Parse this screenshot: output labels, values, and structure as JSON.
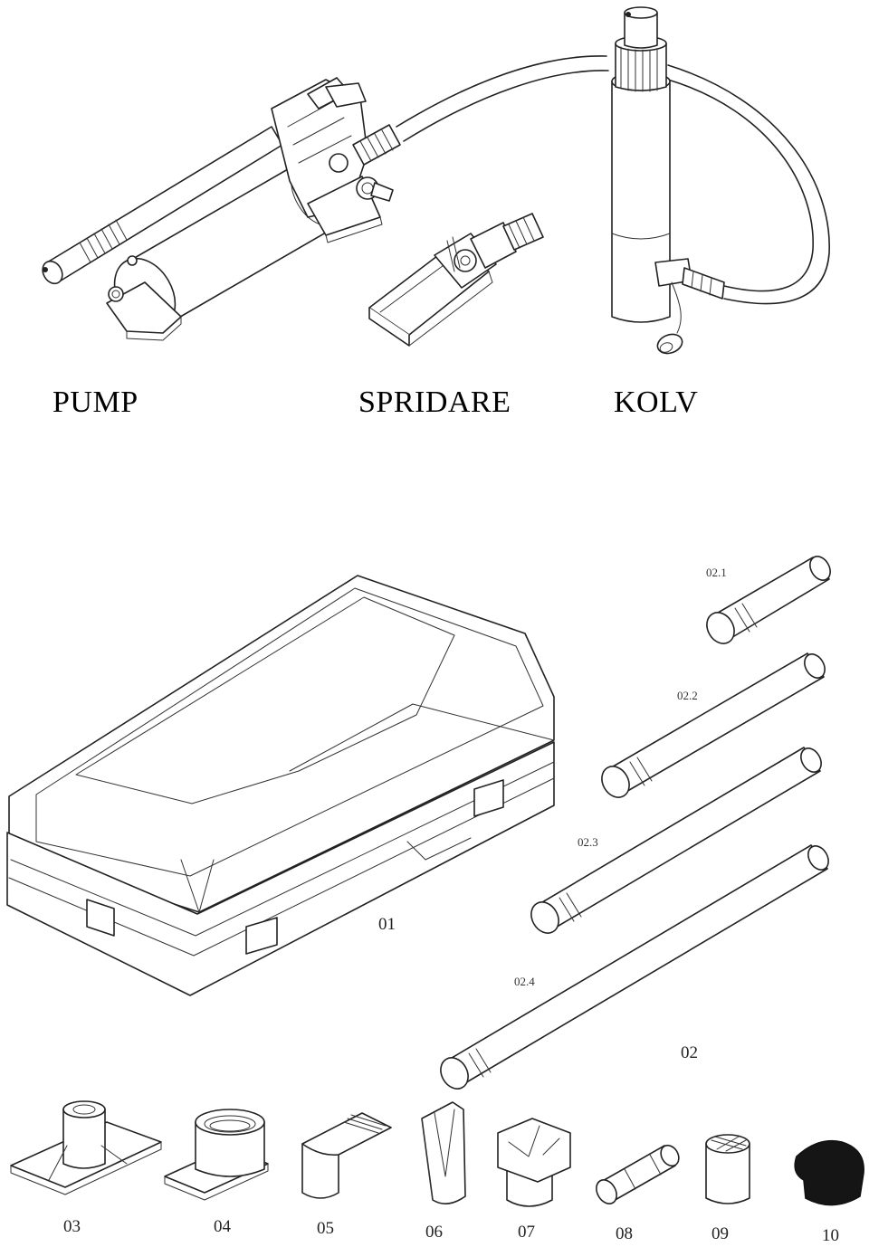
{
  "labels": {
    "pump": "PUMP",
    "spreader": "SPRIDARE",
    "piston": "KOLV"
  },
  "parts": {
    "p01": "01",
    "p02": "02",
    "p021": "02.1",
    "p022": "02.2",
    "p023": "02.3",
    "p024": "02.4",
    "p03": "03",
    "p04": "04",
    "p05": "05",
    "p06": "06",
    "p07": "07",
    "p08": "08",
    "p09": "09",
    "p10": "10"
  }
}
